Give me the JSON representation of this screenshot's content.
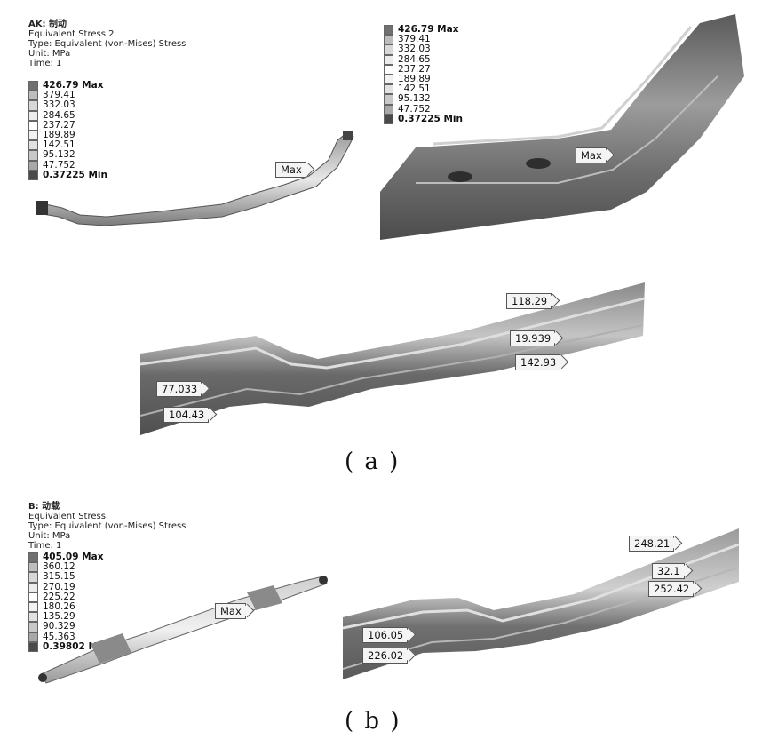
{
  "panel_a": {
    "header": {
      "title": "AK: 制动",
      "result": "Equivalent Stress 2",
      "type": "Type: Equivalent (von-Mises) Stress",
      "unit": "Unit: MPa",
      "time": "Time: 1"
    },
    "legend": [
      "426.79 Max",
      "379.41",
      "332.03",
      "284.65",
      "237.27",
      "189.89",
      "142.51",
      "95.132",
      "47.752",
      "0.37225 Min"
    ],
    "legend_zoom": [
      "426.79 Max",
      "379.41",
      "332.03",
      "284.65",
      "237.27",
      "189.89",
      "142.51",
      "95.132",
      "47.752",
      "0.37225 Min"
    ],
    "max_label": "Max",
    "max_label_zoom": "Max",
    "probes": [
      "118.29",
      "19.939",
      "142.93",
      "77.033",
      "104.43"
    ],
    "caption": "( a )"
  },
  "panel_b": {
    "header": {
      "title": "B: 动载",
      "result": "Equivalent Stress",
      "type": "Type: Equivalent (von-Mises) Stress",
      "unit": "Unit: MPa",
      "time": "Time: 1"
    },
    "legend": [
      "405.09 Max",
      "360.12",
      "315.15",
      "270.19",
      "225.22",
      "180.26",
      "135.29",
      "90.329",
      "45.363",
      "0.39802 Min"
    ],
    "max_label": "Max",
    "probes": [
      "248.21",
      "32.1",
      "252.42",
      "106.05",
      "226.02"
    ],
    "caption": "( b )"
  },
  "legend_colors": [
    "#707070",
    "#bdbdbd",
    "#d8d8d8",
    "#ececec",
    "#ffffff",
    "#f2f2f2",
    "#e2e2e2",
    "#c8c8c8",
    "#a8a8a8",
    "#4a4a4a"
  ]
}
